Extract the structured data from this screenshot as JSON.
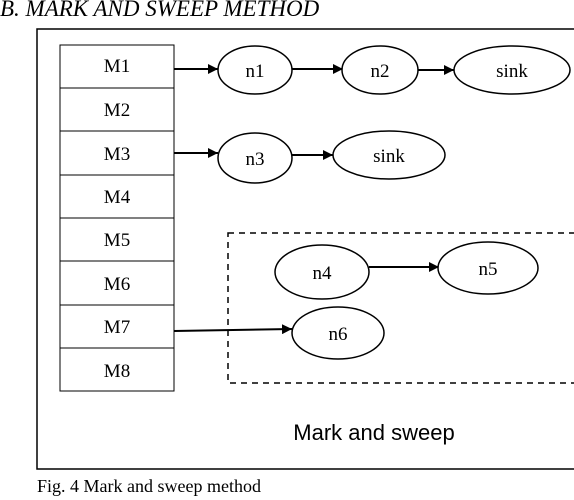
{
  "heading": "B.  MARK AND SWEEP METHOD",
  "caption": "Fig. 4 Mark and sweep method",
  "diagram": {
    "mark_cells": [
      "M1",
      "M2",
      "M3",
      "M4",
      "M5",
      "M6",
      "M7",
      "M8"
    ],
    "nodes": {
      "n1": "n1",
      "n2": "n2",
      "sink_a": "sink",
      "n3": "n3",
      "sink_b": "sink",
      "n4": "n4",
      "n5": "n5",
      "n6": "n6"
    },
    "region_label": "Mark and sweep"
  }
}
